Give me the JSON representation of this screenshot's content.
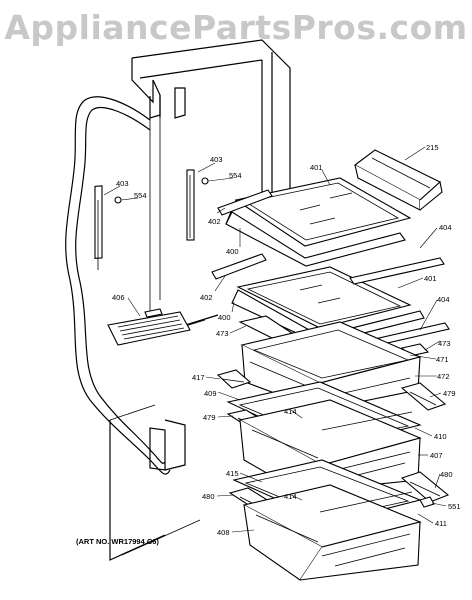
{
  "watermark": "AppliancePartsPros.com",
  "art_number": "(ART NO. WR17994 C6)",
  "callouts": {
    "c215": "215",
    "c401a": "401",
    "c401b": "401",
    "c403a": "403",
    "c403b": "403",
    "c554a": "554",
    "c554b": "554",
    "c402a": "402",
    "c402b": "402",
    "c400a": "400",
    "c400b": "400",
    "c404a": "404",
    "c404b": "404",
    "c406": "406",
    "c473a": "473",
    "c473b": "473",
    "c471": "471",
    "c472": "472",
    "c417": "417",
    "c409": "409",
    "c479a": "479",
    "c479b": "479",
    "c414a": "414",
    "c414b": "414",
    "c410": "410",
    "c407": "407",
    "c480a": "480",
    "c480b": "480",
    "c415": "415",
    "c551": "551",
    "c411": "411",
    "c408": "408"
  }
}
